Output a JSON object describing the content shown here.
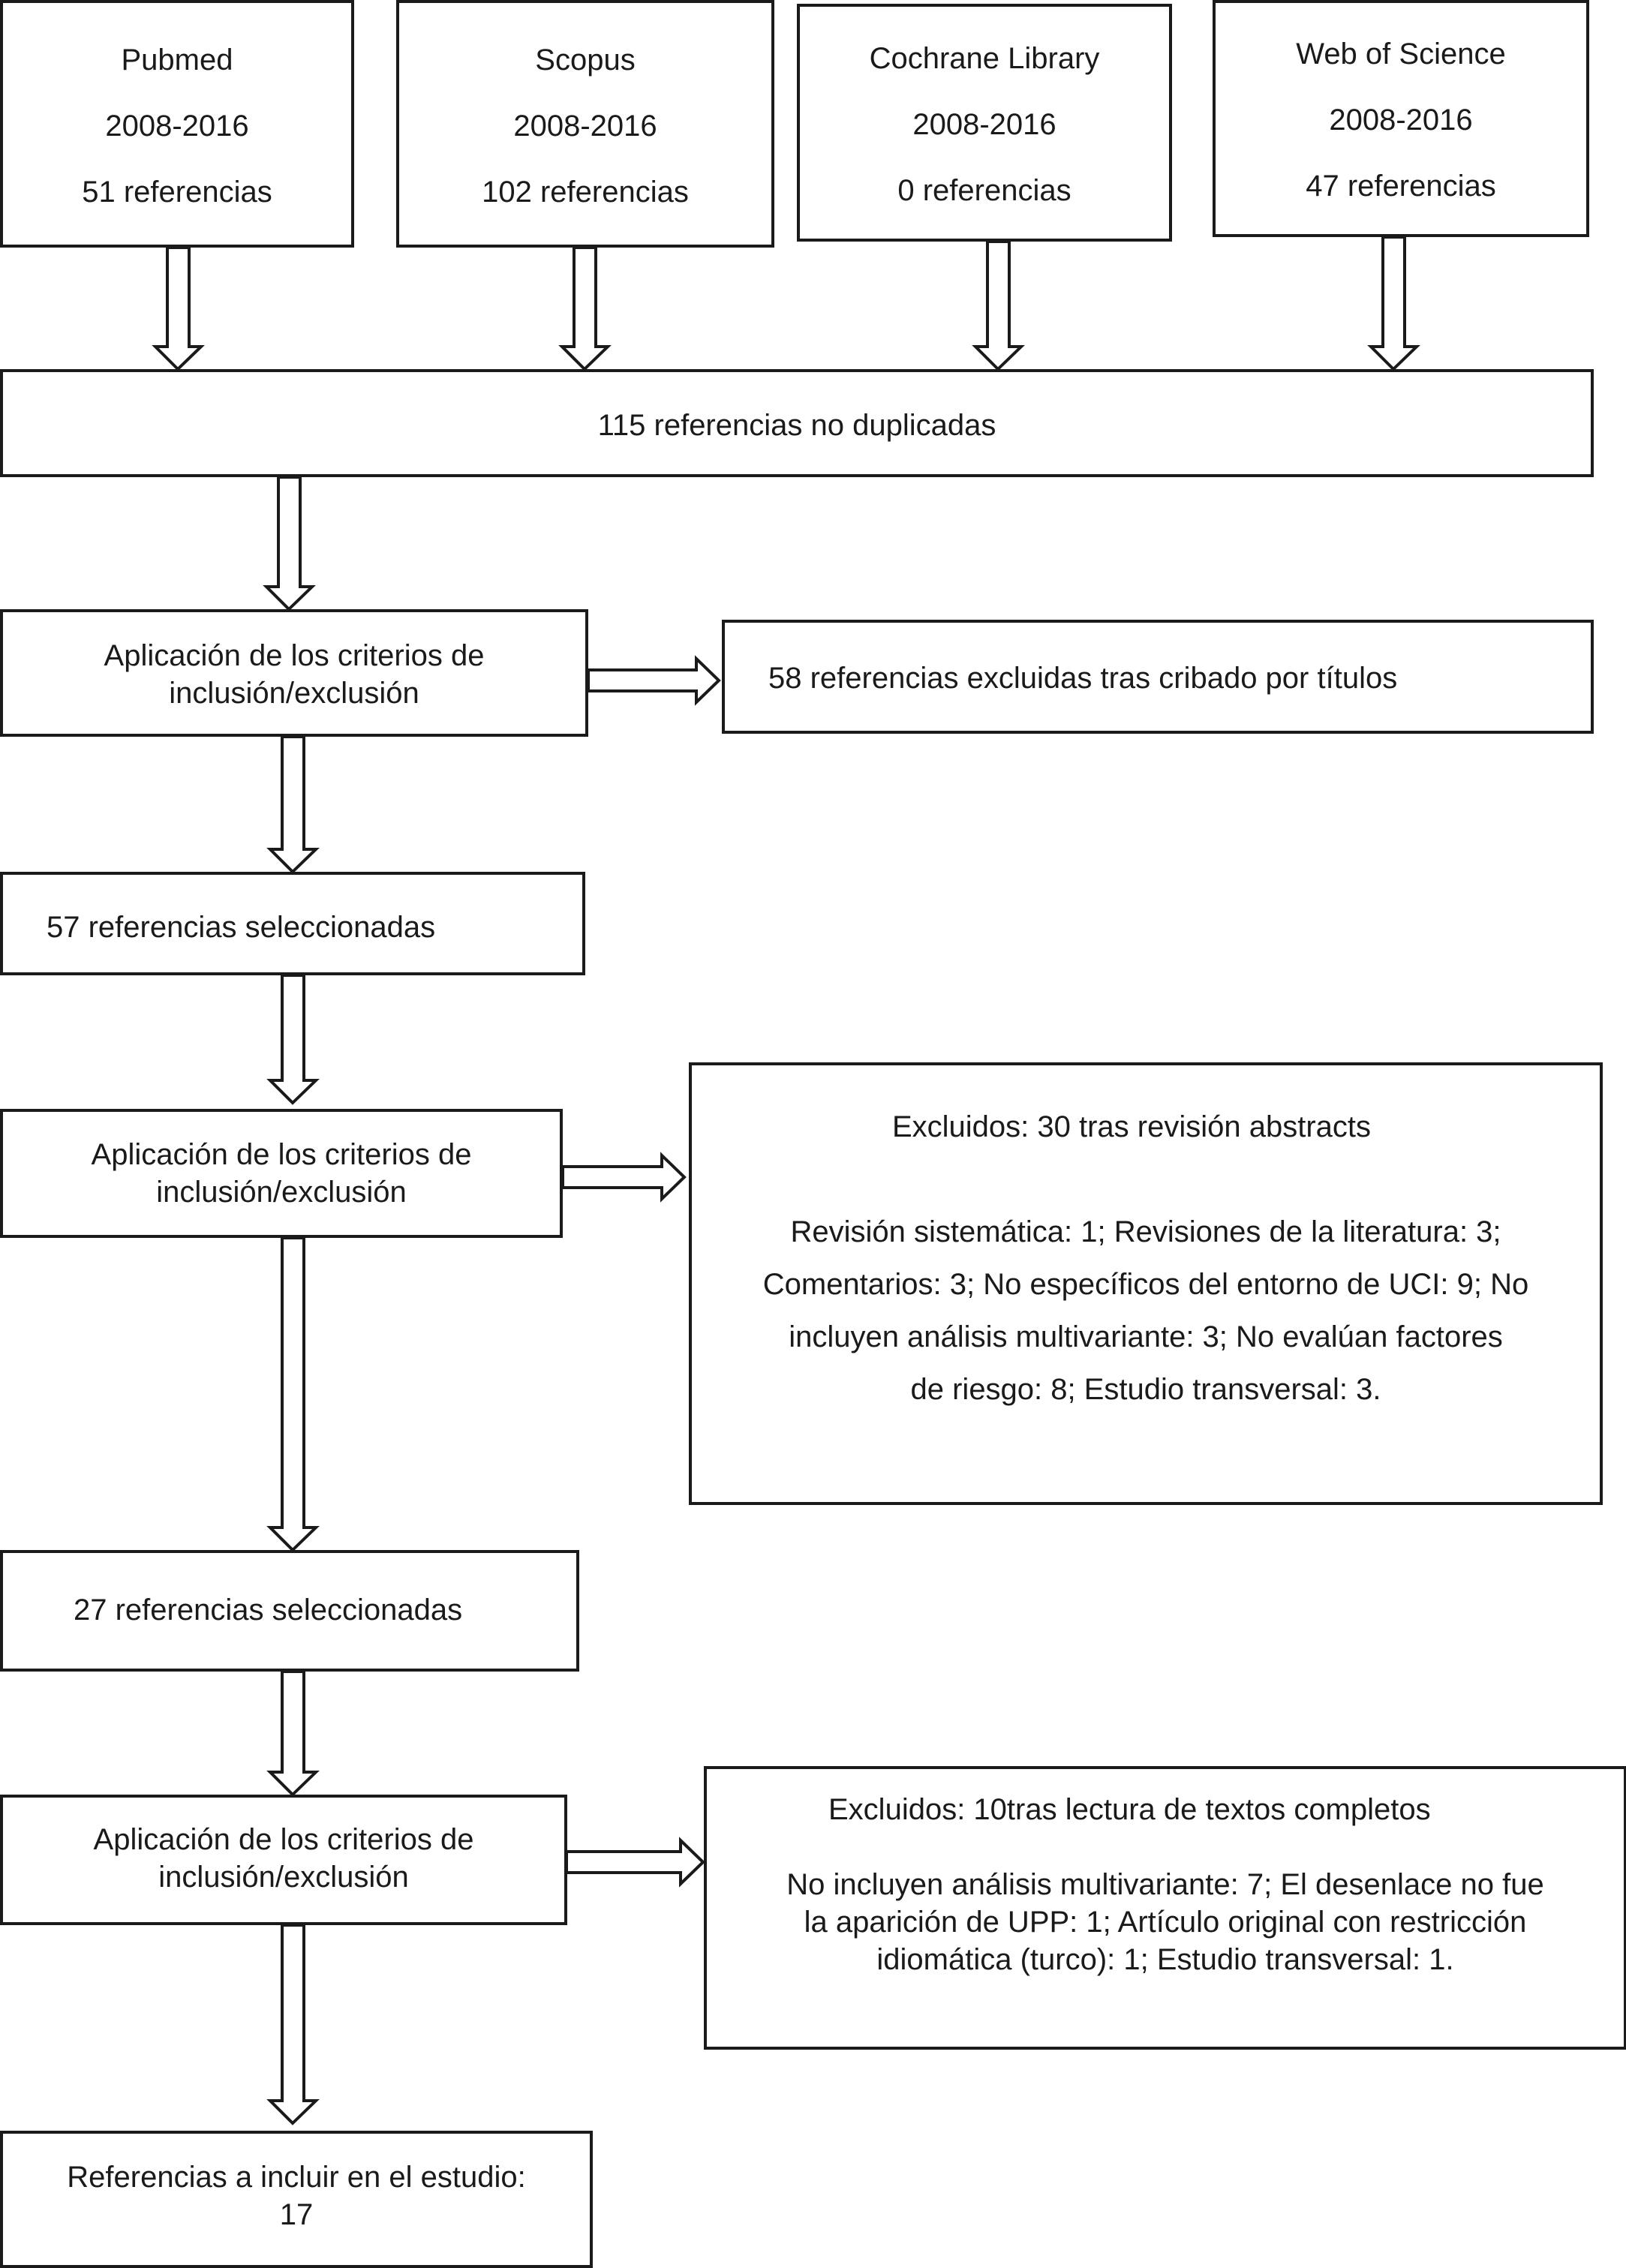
{
  "sources": [
    {
      "name": "Pubmed",
      "years": "2008-2016",
      "refs": "51 referencias"
    },
    {
      "name": "Scopus",
      "years": "2008-2016",
      "refs": "102 referencias"
    },
    {
      "name": "Cochrane Library",
      "years": "2008-2016",
      "refs": "0 referencias"
    },
    {
      "name": "Web of Science",
      "years": "2008-2016",
      "refs": "47 referencias"
    }
  ],
  "nondup": "115 referencias no duplicadas",
  "criteria1": {
    "line1": "Aplicación de los criterios de",
    "line2": "inclusión/exclusión"
  },
  "excluded1": "58 referencias excluidas tras cribado por títulos",
  "selected1": "57 referencias seleccionadas",
  "criteria2": {
    "line1": "Aplicación de los criterios de",
    "line2": "inclusión/exclusión"
  },
  "excluded2": {
    "title": "Excluidos: 30 tras revisión abstracts",
    "lines": [
      "Revisión sistemática: 1; Revisiones de la literatura: 3;",
      "Comentarios: 3; No específicos del entorno de UCI: 9; No",
      "incluyen análisis multivariante: 3; No evalúan factores",
      "de riesgo: 8; Estudio transversal: 3."
    ]
  },
  "selected2": "27 referencias seleccionadas",
  "criteria3": {
    "line1": "Aplicación de los criterios de",
    "line2": "inclusión/exclusión"
  },
  "excluded3": {
    "title": "Excluidos: 10tras lectura de textos completos",
    "lines": [
      "No incluyen análisis multivariante: 7; El desenlace no fue",
      "la aparición de UPP: 1; Artículo original con restricción",
      "idiomática (turco): 1; Estudio transversal: 1."
    ]
  },
  "final": {
    "line1": "Referencias a incluir en el estudio:",
    "line2": "17"
  }
}
